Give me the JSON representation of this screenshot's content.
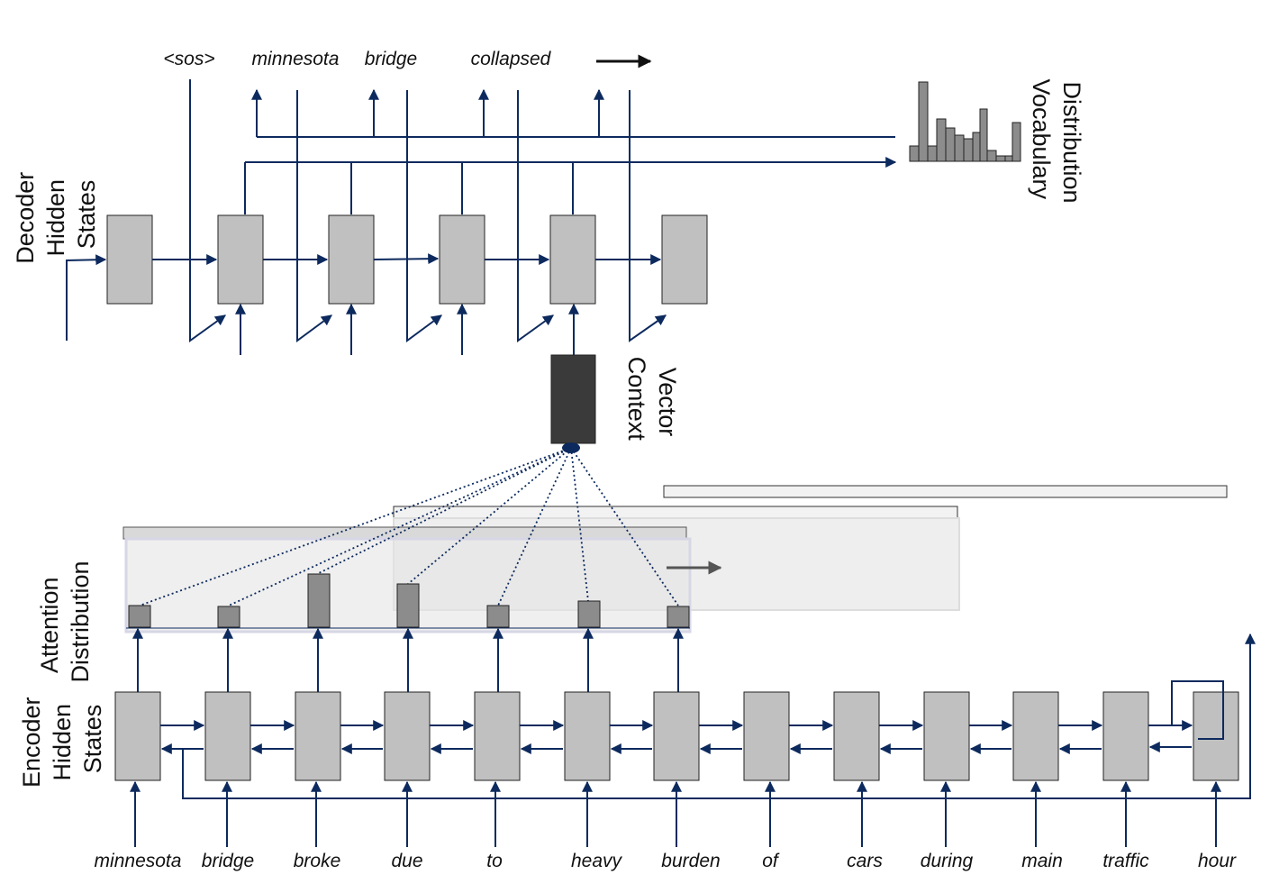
{
  "decoder": {
    "label_lines": [
      "Decoder",
      "Hidden",
      "States"
    ],
    "output_tokens": [
      "<sos>",
      "minnesota",
      "bridge",
      "collapsed"
    ]
  },
  "vocabulary": {
    "label_lines": [
      "Vocabulary",
      "Distribution"
    ]
  },
  "context": {
    "label_lines": [
      "Context",
      "Vector"
    ]
  },
  "attention": {
    "label_lines": [
      "Attention",
      "Distribution"
    ]
  },
  "encoder": {
    "label_lines": [
      "Encoder",
      "Hidden",
      "States"
    ],
    "input_tokens": [
      "minnesota",
      "bridge",
      "broke",
      "due",
      "to",
      "heavy",
      "burden",
      "of",
      "cars",
      "during",
      "main",
      "traffic",
      "hour"
    ]
  },
  "colors": {
    "arrow": "#0d2a5e",
    "cell": "#c0c0c0",
    "context_cell": "#3a3a3a",
    "bar": "#8c8c8c"
  }
}
